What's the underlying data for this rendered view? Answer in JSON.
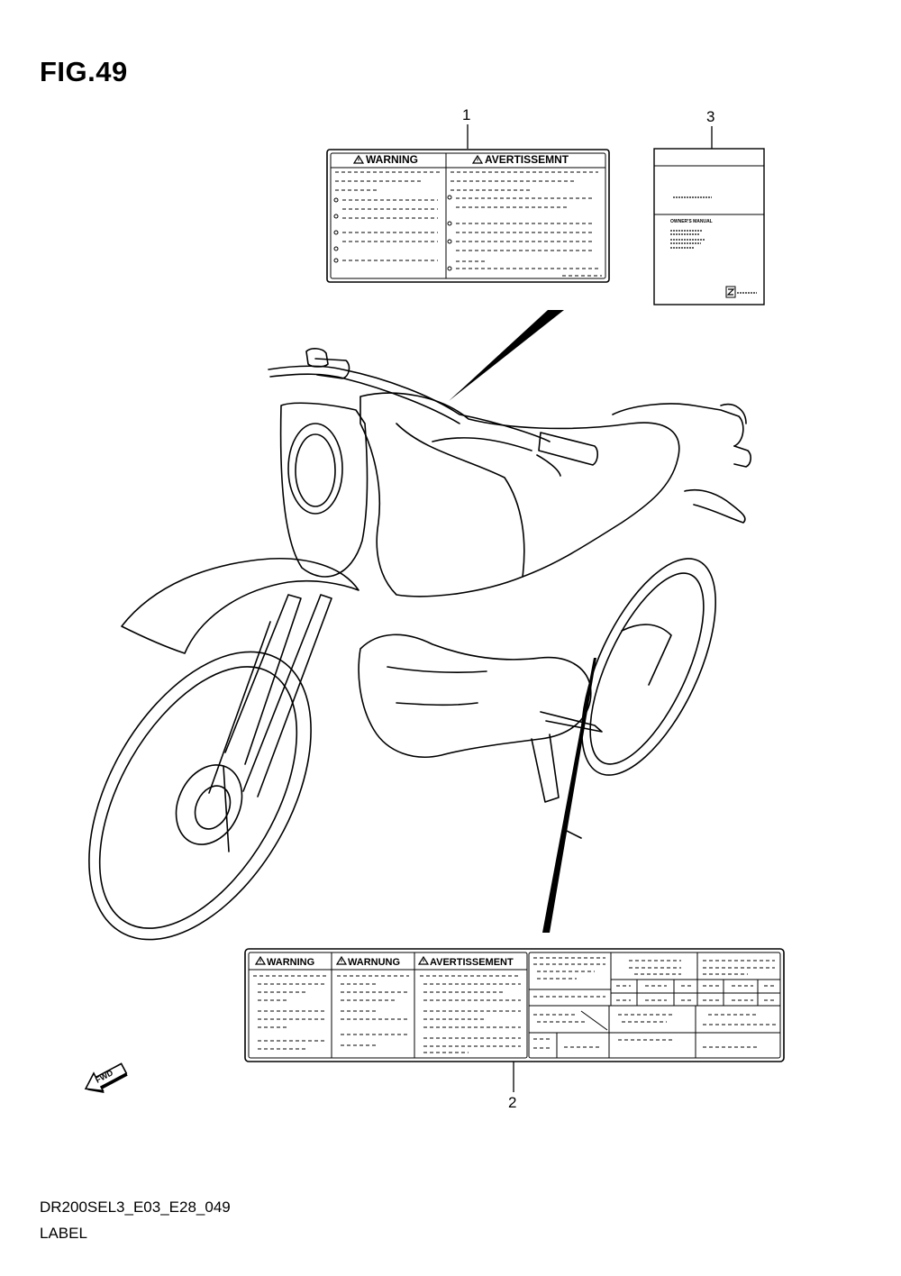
{
  "figure": {
    "title": "FIG.49",
    "code": "DR200SEL3_E03_E28_049",
    "name": "LABEL"
  },
  "callouts": [
    "1",
    "2",
    "3"
  ],
  "label1": {
    "left_heading": "WARNING",
    "right_heading": "AVERTISSEMNT"
  },
  "label2": {
    "headings": [
      "WARNING",
      "WARNUNG",
      "AVERTISSEMENT"
    ]
  },
  "manual": {
    "title": "OWNER'S MANUAL"
  },
  "fwd": {
    "text": "FWD"
  },
  "icons": [
    "warning-triangle-icon",
    "fwd-arrow-icon",
    "manufacturer-logo-icon"
  ]
}
